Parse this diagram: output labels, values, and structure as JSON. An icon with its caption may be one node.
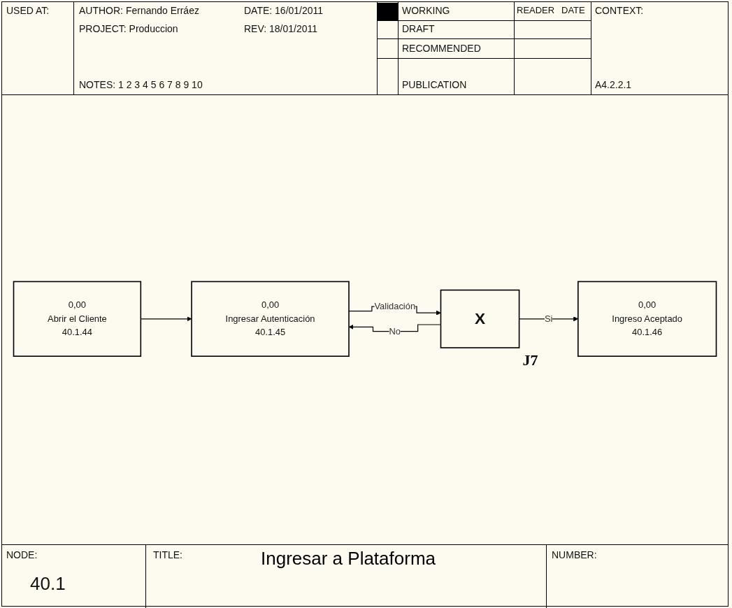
{
  "diagram": {
    "title": "Ingresar a Plataforma",
    "nodes": [
      {
        "text": [
          "0,00",
          "Abrir el Cliente",
          "40.1.44"
        ]
      },
      {
        "text": [
          "0,00",
          "Ingresar Autenticación",
          "40.1.45"
        ]
      },
      {
        "text": [
          "X"
        ],
        "beside": [
          "J7"
        ]
      },
      {
        "text": [
          "0,00",
          "Ingreso Aceptado",
          "40.1.46"
        ]
      }
    ],
    "edges": [
      {
        "from": 0,
        "to": 1,
        "arrow": "to"
      },
      {
        "from": 1,
        "to": 2,
        "arrow": "to",
        "label": "Validación"
      },
      {
        "from": 2,
        "to": 3,
        "arrow": "to",
        "label": "Si"
      },
      {
        "from": 2,
        "to": 1,
        "arrow": "to",
        "label": "No"
      }
    ],
    "labels": [
      "USED AT:",
      "AUTHOR: Fernando Erráez",
      "DATE: 16/01/2011",
      "WORKING",
      "READER",
      "DATE",
      "CONTEXT:",
      "PROJECT: Produccion",
      "REV: 18/01/2011",
      "DRAFT",
      "RECOMMENDED",
      "NOTES: 1 2 3 4 5 6 7 8 9 10",
      "PUBLICATION",
      "A4.2.2.1",
      "NODE:",
      "40.1",
      "TITLE:",
      "NUMBER:"
    ]
  }
}
